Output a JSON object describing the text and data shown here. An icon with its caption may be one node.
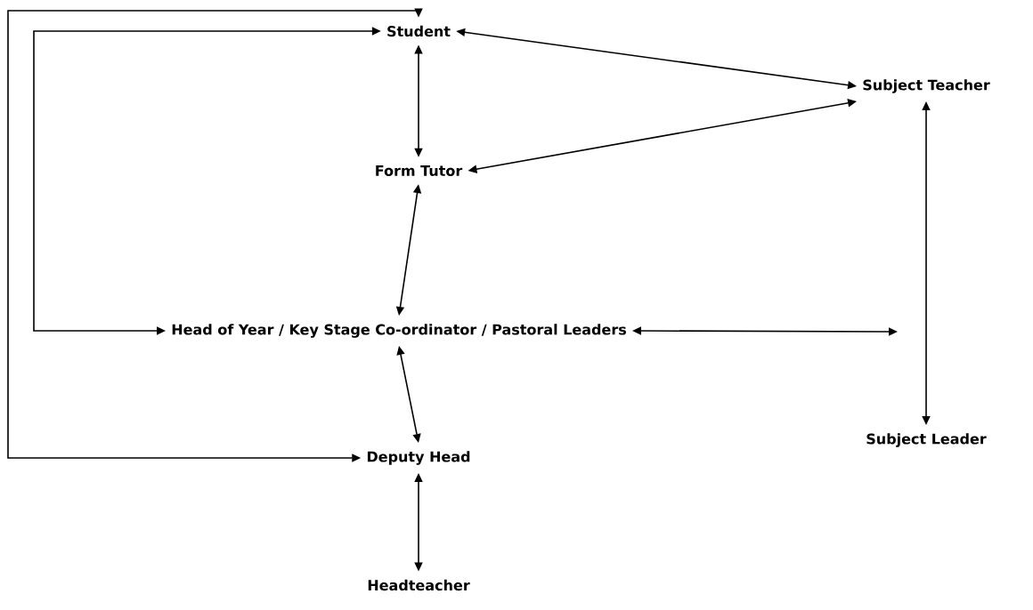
{
  "diagram": {
    "nodes": [
      {
        "text": [
          "Student"
        ]
      },
      {
        "text": [
          "Form Tutor"
        ]
      },
      {
        "text": [
          "Head of Year / Key Stage Co-ordinator / Pastoral Leaders"
        ]
      },
      {
        "text": [
          "Deputy Head"
        ]
      },
      {
        "text": [
          "Headteacher"
        ]
      },
      {
        "text": [
          "Subject Teacher"
        ]
      },
      {
        "text": [
          "Subject Leader"
        ]
      }
    ],
    "edges": [
      {
        "from": 0,
        "to": 1,
        "arrow": "both"
      },
      {
        "from": 0,
        "to": 5,
        "arrow": "both"
      },
      {
        "from": 1,
        "to": 5,
        "arrow": "both"
      },
      {
        "from": 1,
        "to": 2,
        "arrow": "both"
      },
      {
        "from": 2,
        "to": 3,
        "arrow": "both"
      },
      {
        "from": 3,
        "to": 4,
        "arrow": "both"
      },
      {
        "from": 5,
        "to": 6,
        "arrow": "both"
      },
      {
        "from": 2,
        "to": null,
        "arrow": "both"
      },
      {
        "from": 2,
        "to": 0,
        "arrow": "both"
      },
      {
        "from": 3,
        "to": 0,
        "arrow": "both"
      }
    ]
  }
}
